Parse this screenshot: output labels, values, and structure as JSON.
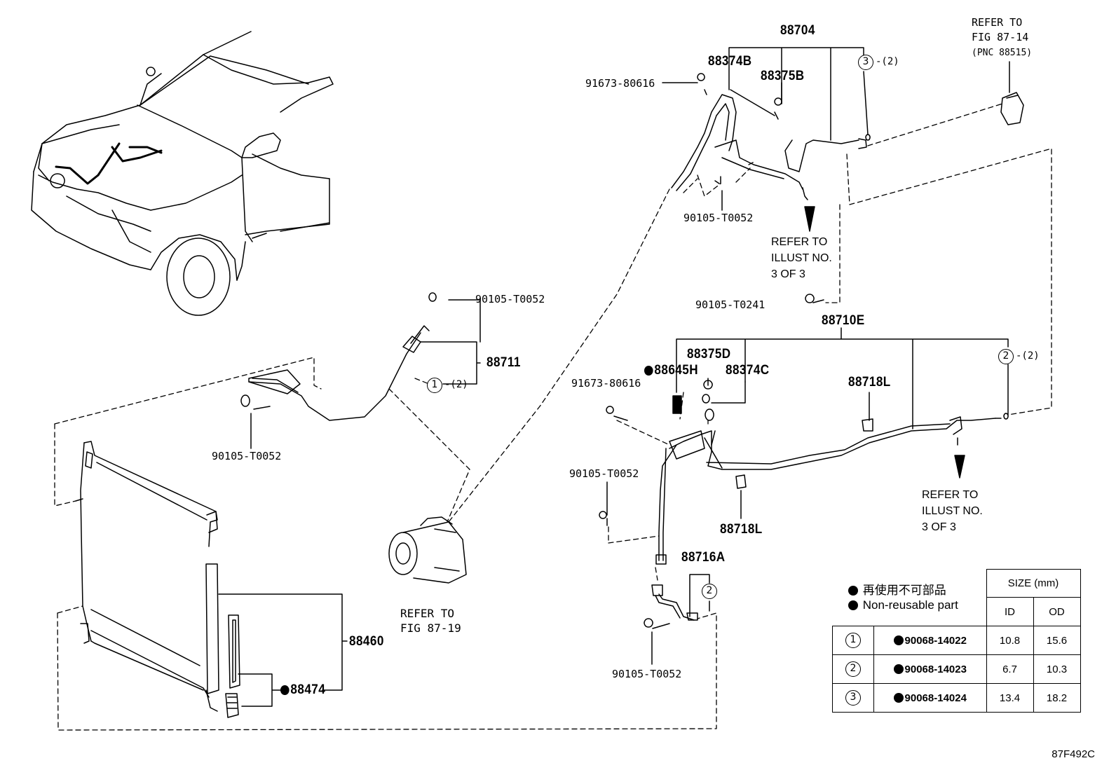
{
  "labels": {
    "p88704": "88704",
    "p88374B": "88374B",
    "p88375B": "88375B",
    "p91673_top": "91673-80616",
    "p90105_top": "90105-T0052",
    "p90105_mid": "90105-T0052",
    "p88711": "88711",
    "p90105_left": "90105-T0052",
    "p88460": "88460",
    "p88474": "88474",
    "p90105_T0241": "90105-T0241",
    "p88710E": "88710E",
    "p88375D": "88375D",
    "p88645H": "88645H",
    "p88374C": "88374C",
    "p91673_right": "91673-80616",
    "p88718L_a": "88718L",
    "p88718L_b": "88718L",
    "p90105_right": "90105-T0052",
    "p88716A": "88716A",
    "p90105_bottom": "90105-T0052"
  },
  "refs": {
    "ref_fig_87_14": "REFER TO\nFIG 87-14",
    "ref_pnc": "(PNC 88515)",
    "ref_illust_top": "REFER TO\nILLUST NO.\n3 OF 3",
    "ref_illust_right": "REFER TO\nILLUST NO.\n3 OF 3",
    "ref_fig_87_19": "REFER TO\nFIG 87-19"
  },
  "callouts": {
    "c1_num": "1",
    "c1_qty": "-(2)",
    "c2_num": "2",
    "c2_qty": "-(2)",
    "c3_num": "3",
    "c3_qty": "-(2)",
    "c2_88716A": "2"
  },
  "legend": {
    "japanese": "再使用不可部品",
    "english": "Non-reusable part"
  },
  "table": {
    "size_header": "SIZE (mm)",
    "id_header": "ID",
    "od_header": "OD",
    "rows": [
      {
        "num": "1",
        "part": "90068-14022",
        "id": "10.8",
        "od": "15.6"
      },
      {
        "num": "2",
        "part": "90068-14023",
        "id": "6.7",
        "od": "10.3"
      },
      {
        "num": "3",
        "part": "90068-14024",
        "id": "13.4",
        "od": "18.2"
      }
    ]
  },
  "figure_code": "87F492C"
}
